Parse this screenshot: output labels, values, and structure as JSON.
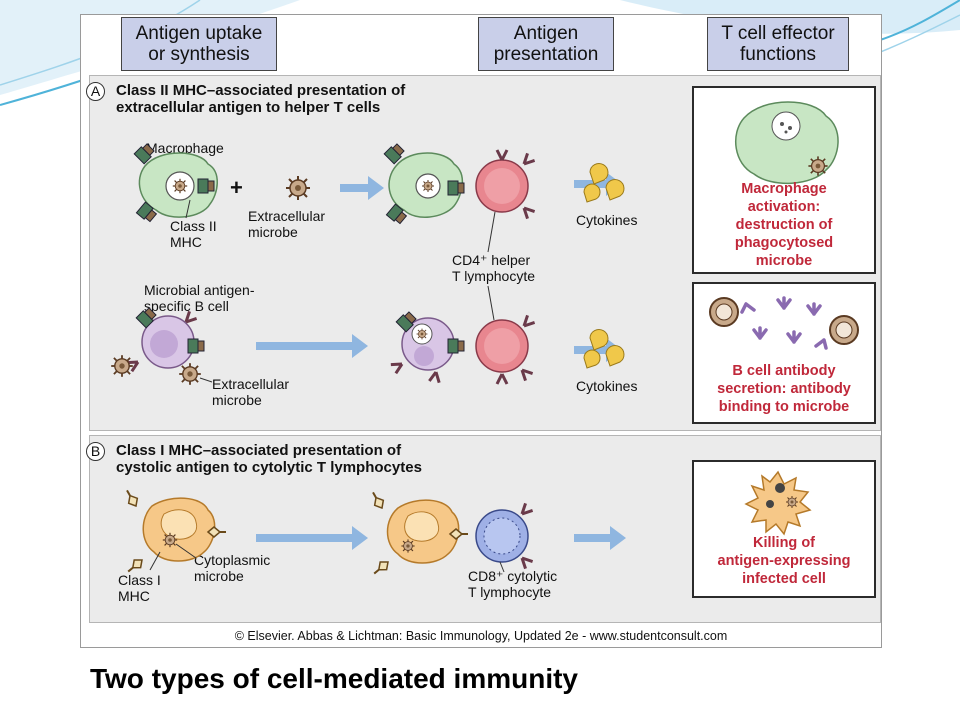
{
  "headers": [
    "Antigen uptake\nor synthesis",
    "Antigen\npresentation",
    "T cell effector\nfunctions"
  ],
  "panel_a": {
    "letter": "A",
    "title": "Class II MHC–associated presentation of\nextracellular antigen to helper T cells",
    "macrophage": "Macrophage",
    "plus": "+",
    "class2_mhc": "Class II\nMHC",
    "extracellular_microbe_top": "Extracellular\nmicrobe",
    "cytokines_top": "Cytokines",
    "cd4_label": "CD4⁺ helper\nT lymphocyte",
    "b_cell_label": "Microbial antigen-\nspecific B cell",
    "extracellular_microbe_bottom": "Extracellular\nmicrobe",
    "cytokines_bottom": "Cytokines",
    "result_macrophage": "Macrophage\nactivation:\ndestruction of\nphagocytosed\nmicrobe",
    "result_bcell": "B cell antibody\nsecretion: antibody\nbinding to microbe"
  },
  "panel_b": {
    "letter": "B",
    "title": "Class I MHC–associated presentation of\ncystolic antigen to cytolytic T lymphocytes",
    "cytoplasmic_microbe": "Cytoplasmic\nmicrobe",
    "class1_mhc": "Class I\nMHC",
    "cd8_label": "CD8⁺ cytolytic\nT lymphocyte",
    "result_killing": "Killing of\nantigen-expressing\ninfected cell"
  },
  "copyright": "© Elsevier. Abbas & Lichtman: Basic Immunology, Updated 2e - www.studentconsult.com",
  "caption": "Two types of cell-mediated immunity",
  "colors": {
    "macrophage": "#c8e6c4",
    "t_cell_cd4": "#e8868f",
    "b_cell": "#d9c6e6",
    "infected_cell": "#f6c888",
    "t_cell_cd8": "#9fb0e6",
    "arrow": "#8fb6e0",
    "result_text": "#c0283a",
    "header_box": "#c9cfe9"
  }
}
